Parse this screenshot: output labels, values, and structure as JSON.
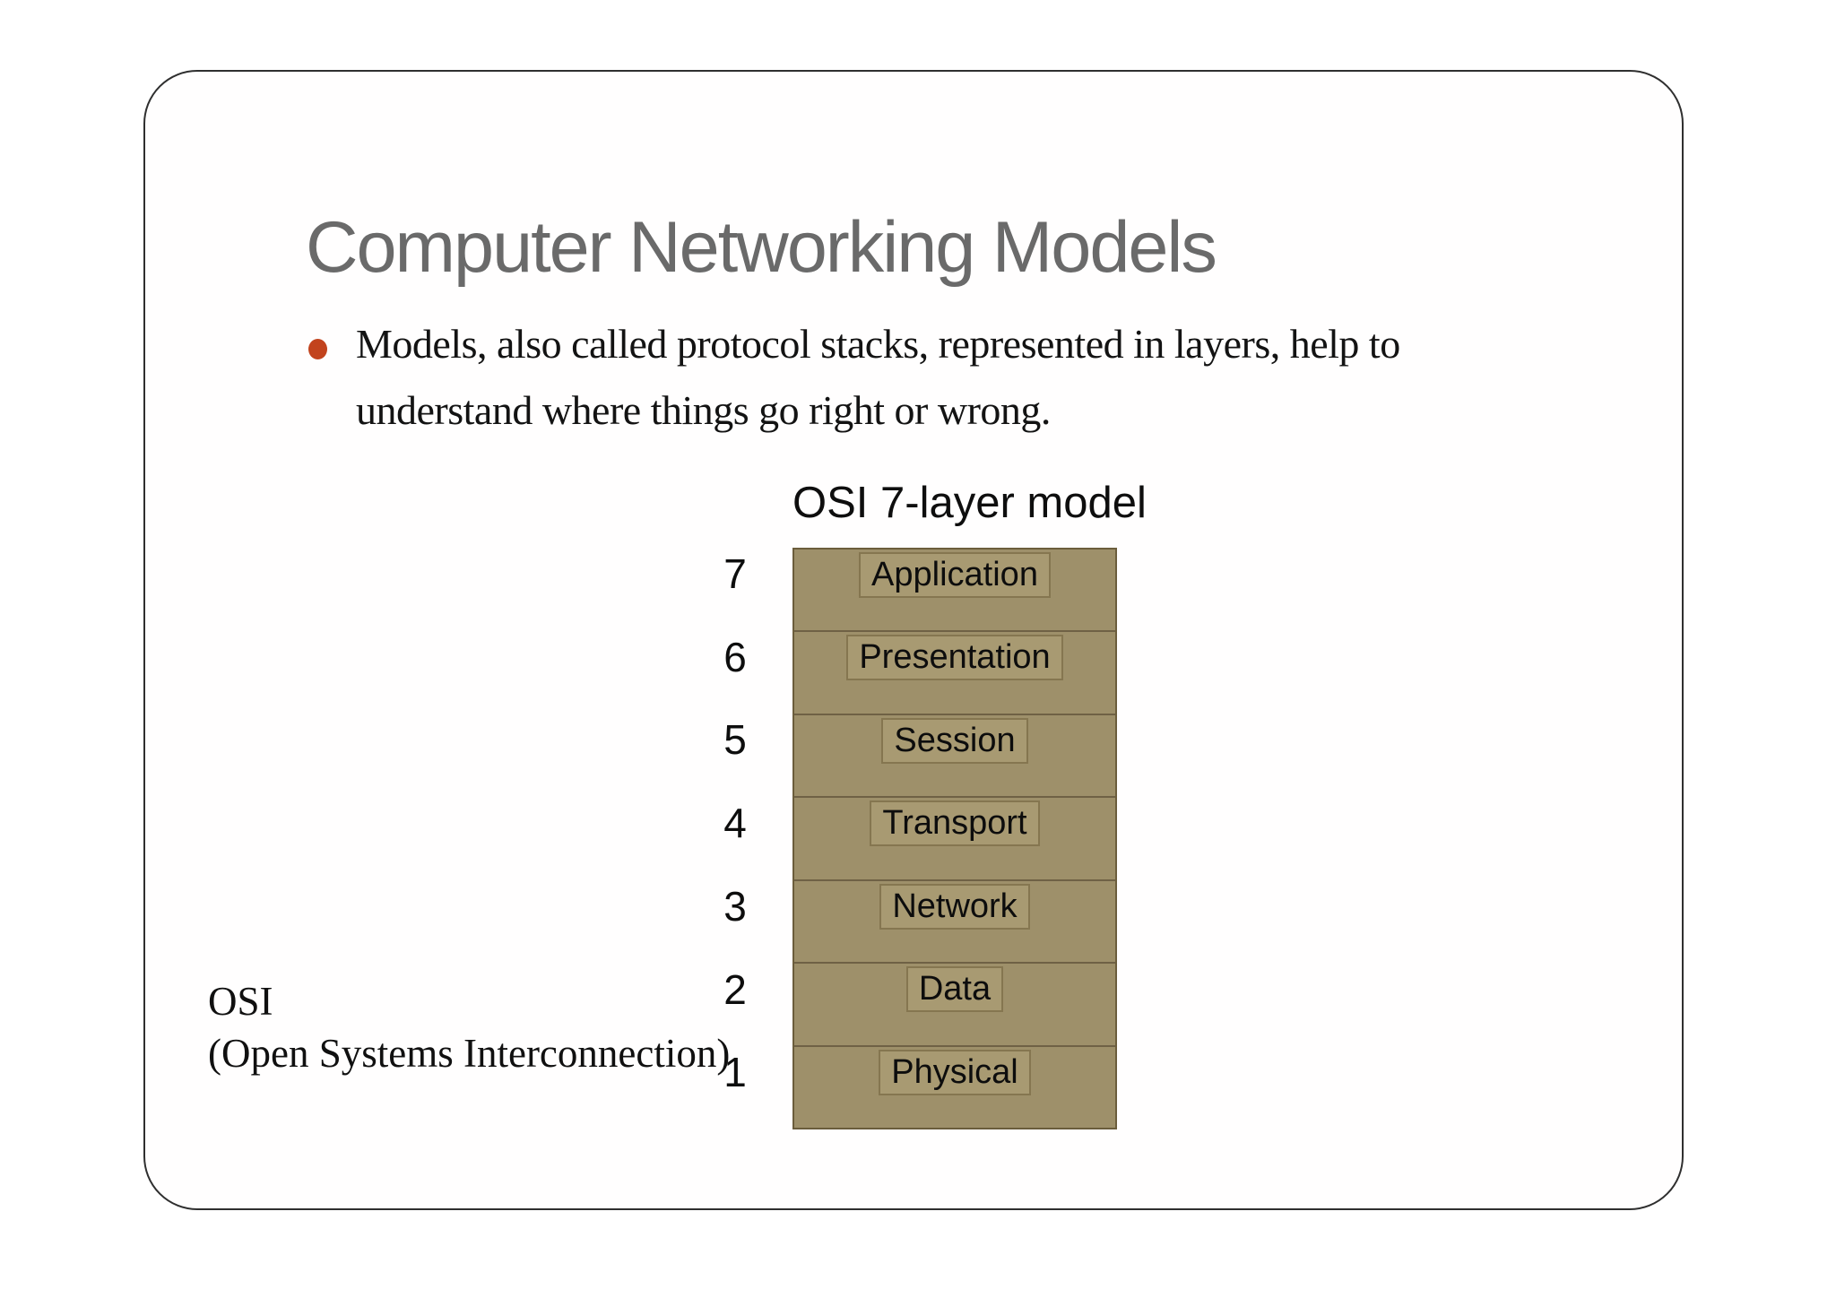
{
  "slide": {
    "title": "Computer Networking Models",
    "bullet": {
      "lines": [
        "Models, also called protocol stacks, represented in layers, help to",
        "understand where things go right or wrong."
      ]
    },
    "diagram": {
      "heading": "OSI 7-layer model",
      "layers": [
        {
          "number": "7",
          "label": "Application"
        },
        {
          "number": "6",
          "label": "Presentation"
        },
        {
          "number": "5",
          "label": "Session"
        },
        {
          "number": "4",
          "label": "Transport"
        },
        {
          "number": "3",
          "label": "Network"
        },
        {
          "number": "2",
          "label": "Data"
        },
        {
          "number": "1",
          "label": "Physical"
        }
      ]
    },
    "caption": {
      "line1": "OSI",
      "line2": "(Open Systems Interconnection)"
    },
    "colors": {
      "bullet_accent": "#c2431d",
      "title_gray": "#6a6a6a",
      "stack_fill": "#9e906a",
      "stack_inner_fill": "#a89a72",
      "stack_border": "#6b5d3c"
    }
  }
}
